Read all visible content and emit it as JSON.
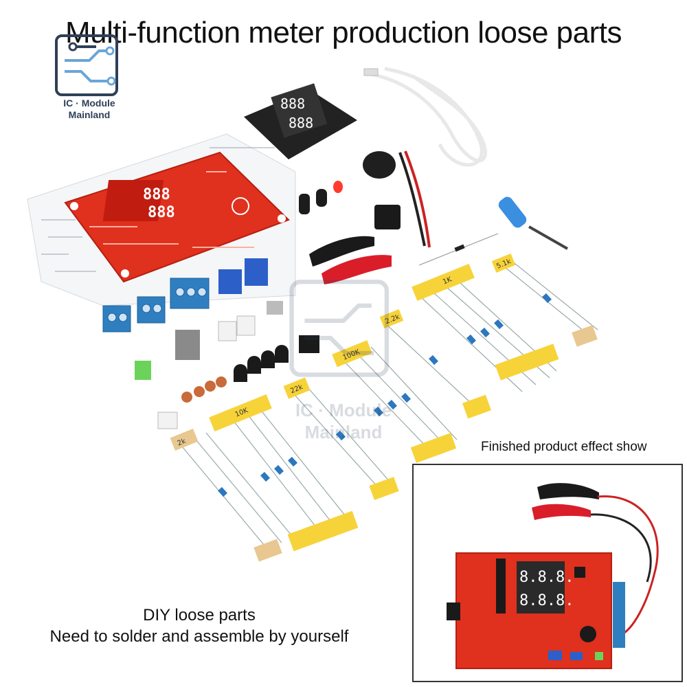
{
  "title": "Multi-function meter production loose parts",
  "logo": {
    "line1": "IC · Module",
    "line2": "Mainland"
  },
  "watermark": {
    "line1": "IC · Module",
    "line2": "Mainland"
  },
  "finished_label": "Finished product effect show",
  "caption": {
    "line1": "DIY loose parts",
    "line2": "Need to solder and assemble by yourself"
  },
  "resistor_tags": [
    "1K",
    "2k",
    "10K",
    "22k",
    "2.2k",
    "100K",
    "5.1k"
  ],
  "display_digits": "8.8.8.",
  "colors": {
    "pcb": "#e0301e",
    "terminal": "#2f7fc0",
    "tag": "#f7d33a",
    "logo": "#2f3f57"
  }
}
